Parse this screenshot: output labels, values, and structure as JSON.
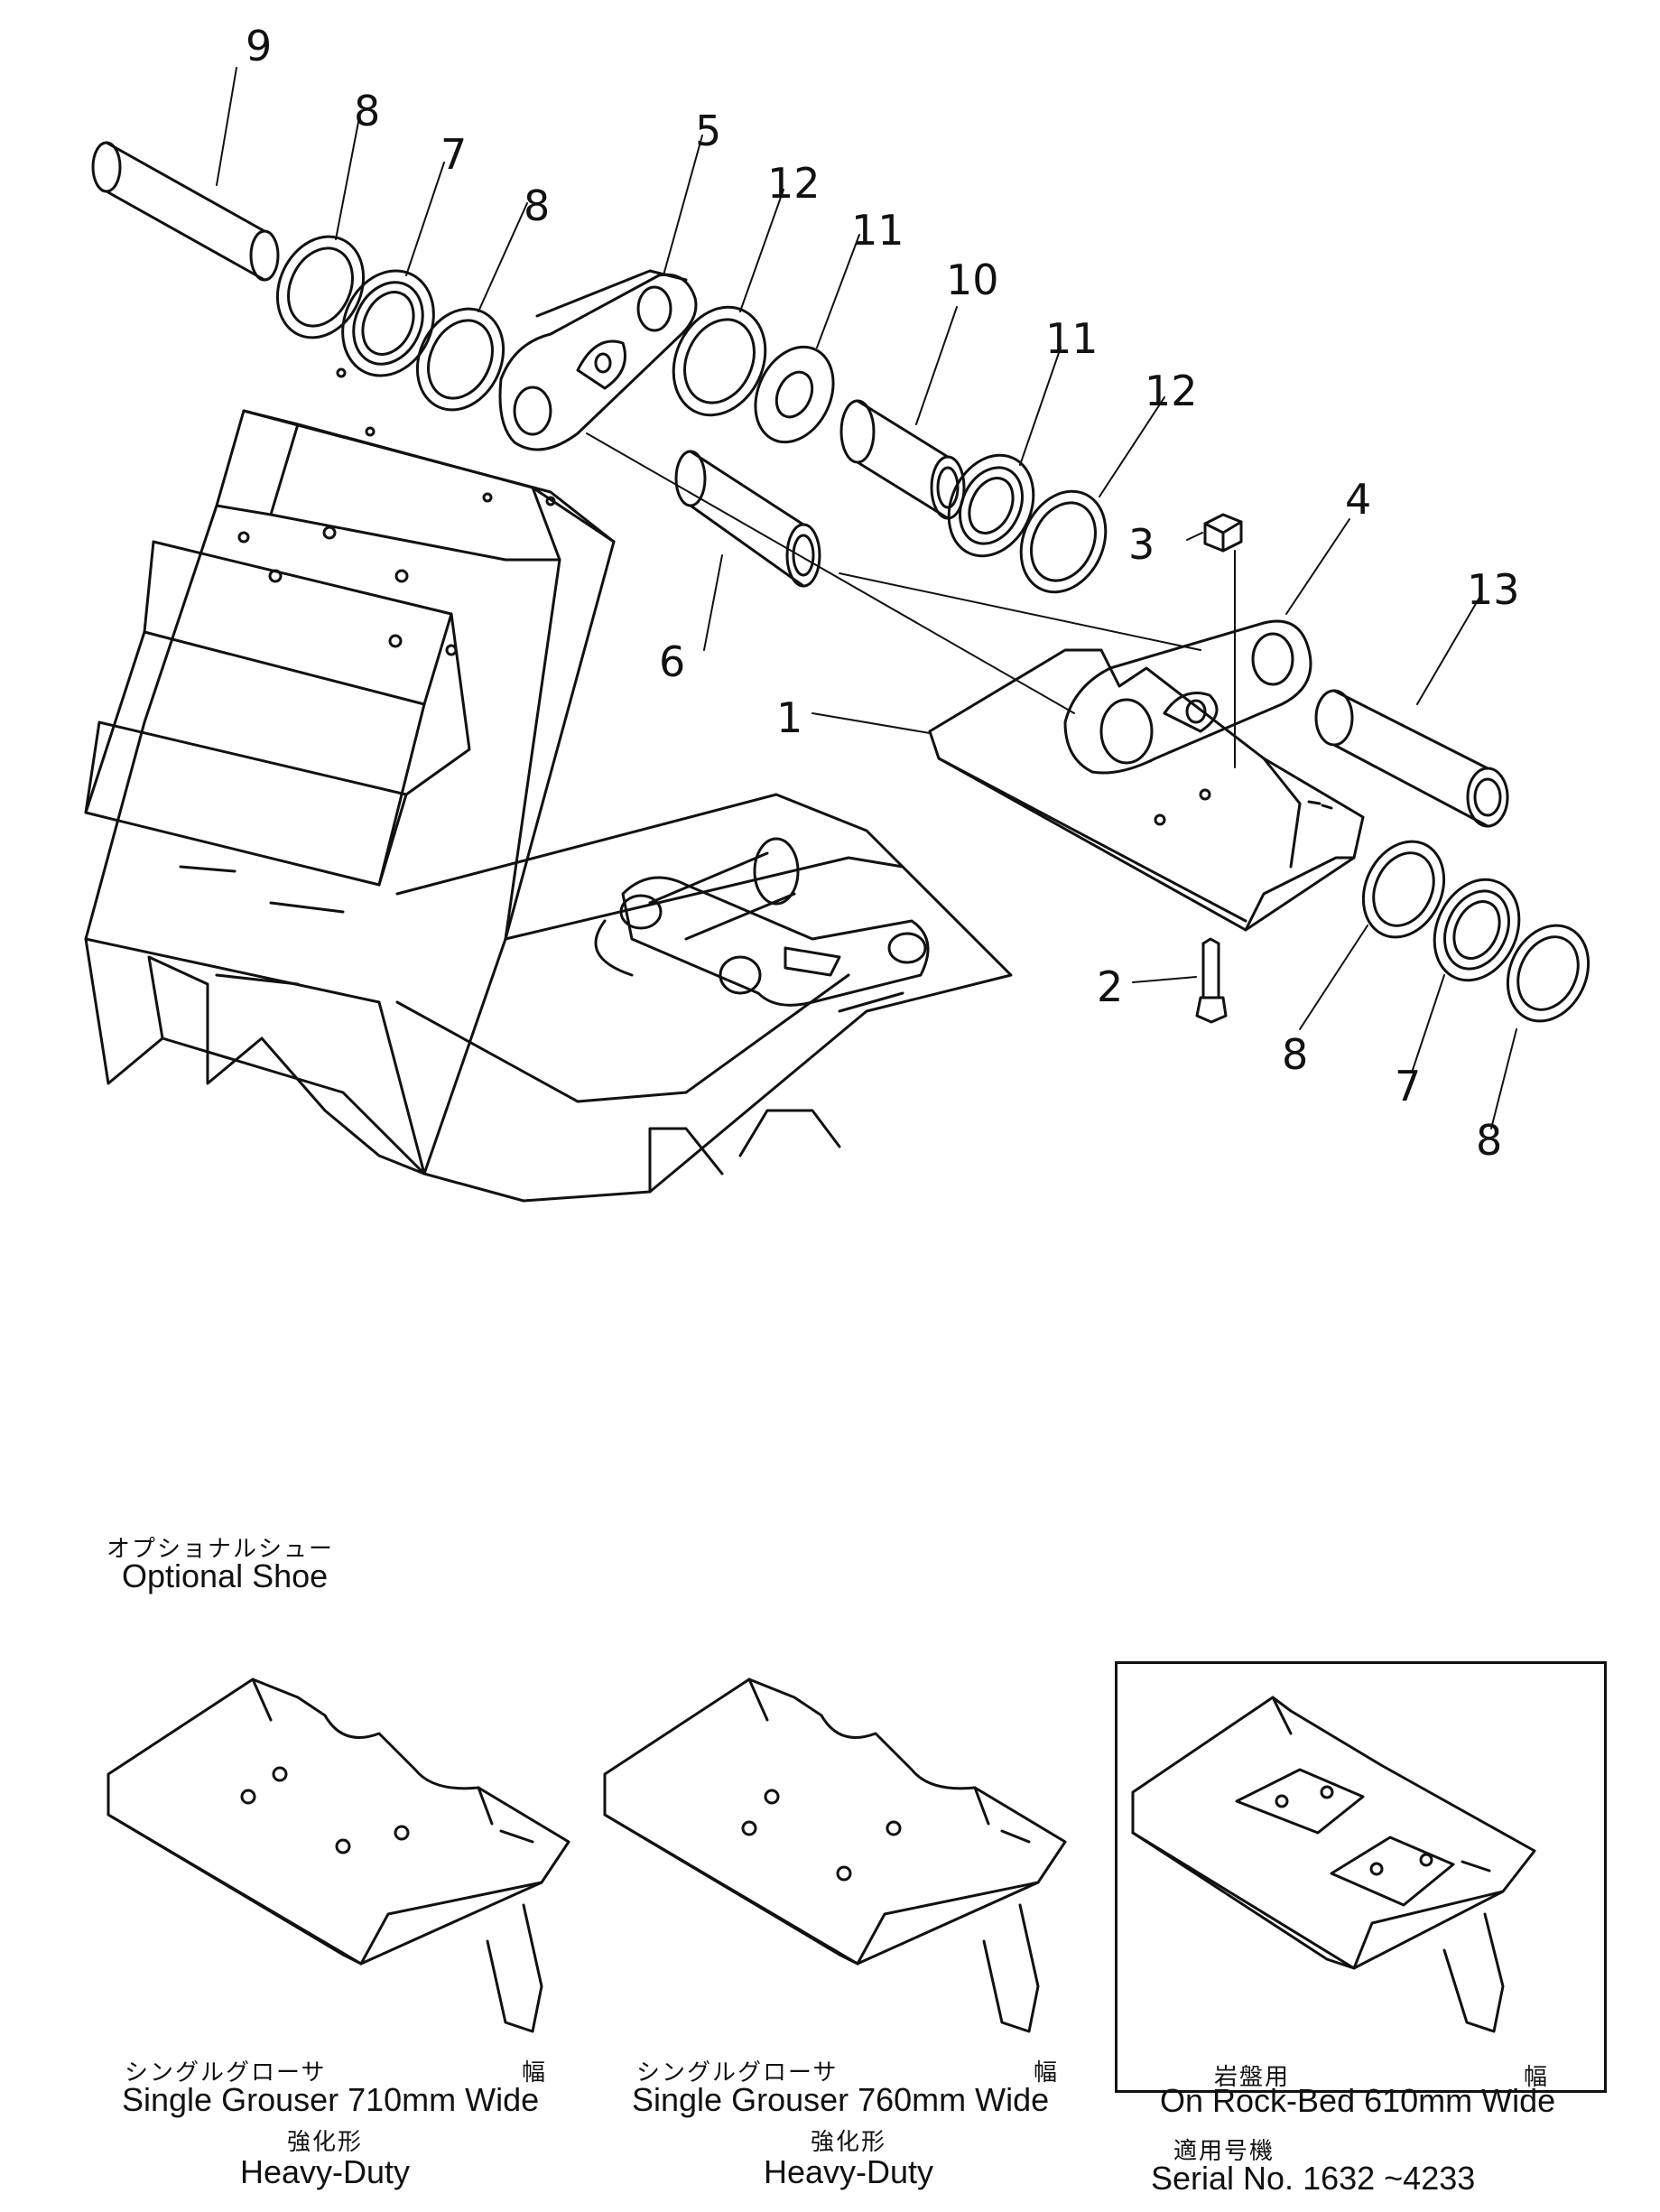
{
  "callouts": {
    "c9": "9",
    "c8a": "8",
    "c7a": "7",
    "c8b": "8",
    "c5": "5",
    "c12a": "12",
    "c11a": "11",
    "c10": "10",
    "c11b": "11",
    "c12b": "12",
    "c3": "3",
    "c4": "4",
    "c13": "13",
    "c6": "6",
    "c1": "1",
    "c2": "2",
    "c8c": "8",
    "c7b": "7",
    "c8d": "8"
  },
  "optional": {
    "title_jp": "オプショナルシュー",
    "title_en": "Optional Shoe"
  },
  "shoes": [
    {
      "jp": "シングルグローサ",
      "width_jp": "幅",
      "en": "Single Grouser 710mm Wide",
      "type_jp": "強化形",
      "type_en": "Heavy-Duty"
    },
    {
      "jp": "シングルグローサ",
      "width_jp": "幅",
      "en": "Single Grouser 760mm Wide",
      "type_jp": "強化形",
      "type_en": "Heavy-Duty"
    },
    {
      "jp": "岩盤用",
      "width_jp": "幅",
      "en": "On Rock-Bed 610mm Wide"
    }
  ],
  "serial": {
    "jp": "適用号機",
    "en": "Serial No. 1632 ~4233"
  },
  "colors": {
    "ink": "#111111",
    "paper": "#ffffff"
  }
}
